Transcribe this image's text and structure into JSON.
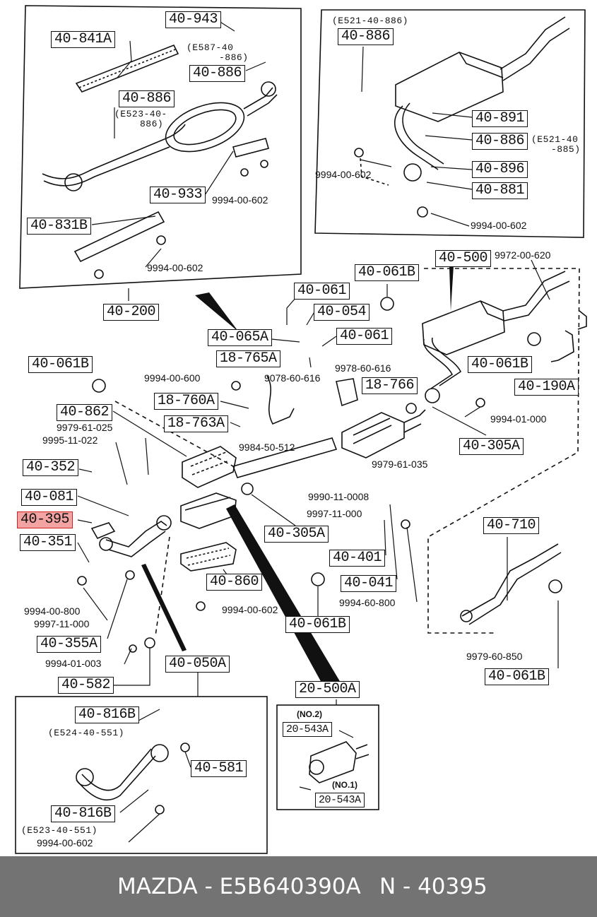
{
  "labels": {
    "a40_943": "40-943",
    "a40_841A": "40-841A",
    "a40_886_a": "40-886",
    "a40_886_b": "40-886",
    "a40_933": "40-933",
    "a40_831B": "40-831B",
    "a40_200": "40-200",
    "b40_886": "40-886",
    "b40_891": "40-891",
    "b40_886b": "40-886",
    "b40_896": "40-896",
    "b40_881": "40-881",
    "c40_500": "40-500",
    "c40_061B_a": "40-061B",
    "c40_061": "40-061",
    "c40_054": "40-054",
    "c40_065A": "40-065A",
    "c40_061b": "40-061",
    "c18_765A": "18-765A",
    "c40_061B_b": "40-061B",
    "c40_190A": "40-190A",
    "c18_766": "18-766",
    "c40_061B_c": "40-061B",
    "c18_760A": "18-760A",
    "c18_763A": "18-763A",
    "c40_862": "40-862",
    "c40_305A_a": "40-305A",
    "c40_352": "40-352",
    "c40_081": "40-081",
    "c40_395": "40-395",
    "c40_351": "40-351",
    "c40_305A_b": "40-305A",
    "c40_401": "40-401",
    "c40_041": "40-041",
    "c40_710": "40-710",
    "c40_860": "40-860",
    "c40_061B_d": "40-061B",
    "c40_355A": "40-355A",
    "c40_061B_e": "40-061B",
    "c40_050A": "40-050A",
    "c40_582": "40-582",
    "c20_500A": "20-500A",
    "d40_816B_a": "40-816B",
    "d40_581": "40-581",
    "d40_816B_b": "40-816B",
    "d20_543A_a": "20-543A",
    "d20_543A_b": "20-543A"
  },
  "notes": {
    "e587": "(E587-40",
    "e587b": "-886)",
    "e523a": "(E523-40-",
    "e523b": "886)",
    "e521a": "(E521-40-886)",
    "e521b": "(E521-40",
    "e521c": "-885)",
    "n9994_602_a": "9994-00-602",
    "n9994_602_b": "9994-00-602",
    "n9994_602_c": "9994-00-602",
    "n9994_602_d": "9994-00-602",
    "n9972_620": "9972-00-620",
    "n9994_600": "9994-00-600",
    "n9078_616": "9078-60-616",
    "n9978_616": "9978-60-616",
    "n9979_025": "9979-61-025",
    "n9995_022": "9995-11-022",
    "n9994_01_000": "9994-01-000",
    "n9984_512": "9984-50-512",
    "n9979_035": "9979-61-035",
    "n9990_008": "9990-11-0008",
    "n9997_000_a": "9997-11-000",
    "n9994_800": "9994-00-800",
    "n9997_000_b": "9997-11-000",
    "n9994_60_800": "9994-60-800",
    "n9994_602_e": "9994-00-602",
    "n9994_01_003": "9994-01-003",
    "n9979_850": "9979-60-850",
    "n_e524": "(E524-40-551)",
    "n_e523": "(E523-40-551)",
    "n9994_602_f": "9994-00-602",
    "no2": "(NO.2)",
    "no1": "(NO.1)"
  },
  "footer": {
    "brand_part": "MAZDA - E5B640390A",
    "number": "N - 40395"
  },
  "colors": {
    "highlight": "#f4a3a3",
    "footer_bg": "#737373"
  }
}
